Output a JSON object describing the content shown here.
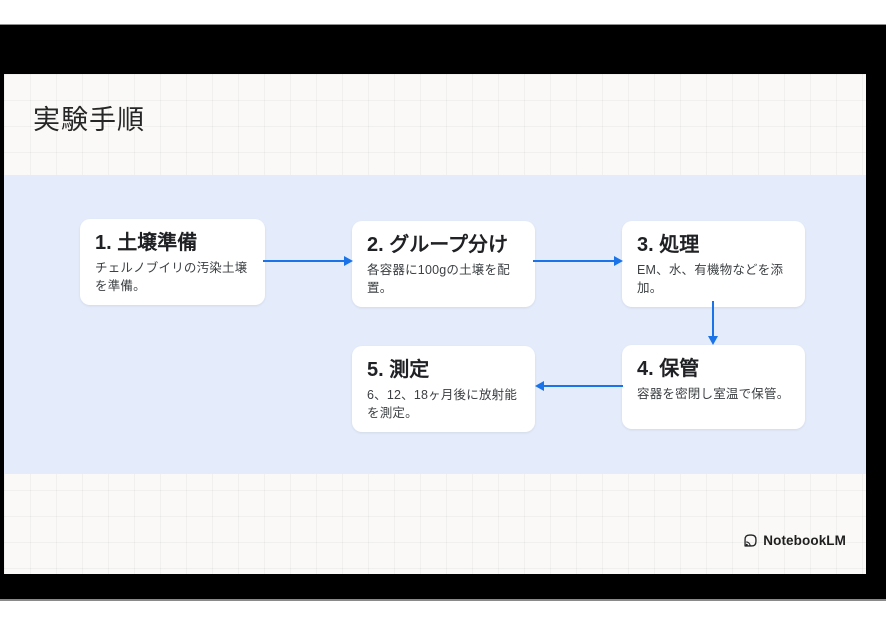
{
  "page": {
    "background": "#ffffff",
    "letterbox_color": "#000000"
  },
  "slide": {
    "title": "実験手順",
    "steps": [
      {
        "heading": "1. 土壌準備",
        "description": "チェルノブイリの汚染土壌を準備。"
      },
      {
        "heading": "2. グループ分け",
        "description": "各容器に100gの土壌を配置。"
      },
      {
        "heading": "3. 処理",
        "description": "EM、水、有機物などを添加。"
      },
      {
        "heading": "4. 保管",
        "description": "容器を密閉し室温で保管。"
      },
      {
        "heading": "5. 測定",
        "description": "6、12、18ヶ月後に放射能を測定。"
      }
    ],
    "flow": [
      "step1→step2",
      "step2→step3",
      "step3→step4",
      "step4→step5"
    ],
    "branding": {
      "logo_text": "NotebookLM"
    },
    "colors": {
      "arrow": "#1a73e8",
      "band": "#e4ebfa",
      "card_bg": "#ffffff",
      "title_ink": "#262626",
      "body_ink": "#3c4043",
      "logo_ink": "#1f1f1f"
    }
  }
}
